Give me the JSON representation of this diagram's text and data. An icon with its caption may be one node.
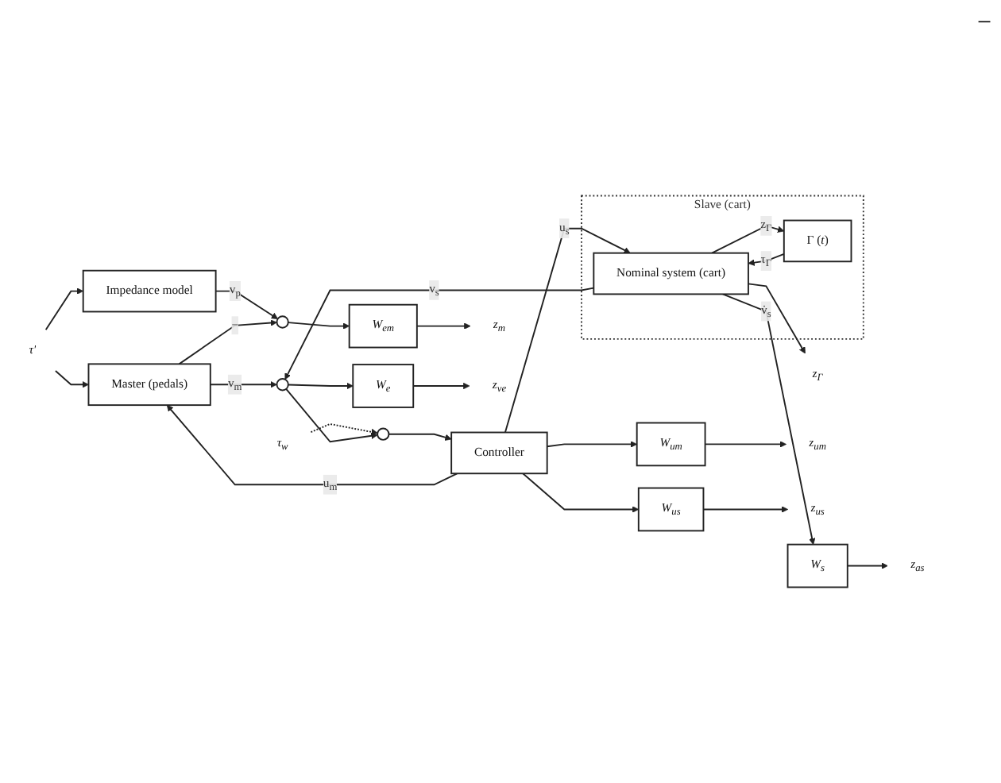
{
  "diagram": {
    "nodes": [
      {
        "text": [
          "τ′"
        ]
      },
      {
        "text": [
          "τ$_{w}$"
        ]
      },
      {
        "text": [
          "Impedance model"
        ]
      },
      {
        "text": [
          "Master (pedals)"
        ]
      },
      {
        "text": [
          "Slave (cart)"
        ]
      },
      {
        "text": [
          "Γ (*t*)"
        ],
        "in": 4
      },
      {
        "text": [
          "Nominal system (cart)"
        ],
        "in": 4
      },
      {
        "text": [
          "Controller"
        ]
      },
      {
        "text": [],
        "shape": "circle"
      },
      {
        "text": [],
        "shape": "circle"
      },
      {
        "text": [],
        "shape": "circle"
      },
      {
        "text": [
          "W$_{em}$"
        ]
      },
      {
        "text": [
          "W$_{e}$"
        ]
      },
      {
        "text": [
          "W$_{s}$"
        ]
      },
      {
        "text": [
          "W$_{um}$"
        ]
      },
      {
        "text": [
          "W$_{us}$"
        ]
      },
      {
        "text": [
          "z$_{m}$"
        ]
      },
      {
        "text": [
          "z$_{ve}$"
        ]
      },
      {
        "text": [
          "z$_{Γ}$"
        ]
      },
      {
        "text": [
          "z$_{as}$"
        ]
      },
      {
        "text": [
          "z$_{um}$"
        ]
      },
      {
        "text": [
          "z$_{us}$"
        ]
      }
    ],
    "edges": [
      {
        "from": 0,
        "to": 2,
        "arrow": "to"
      },
      {
        "from": 0,
        "to": 3,
        "arrow": "to"
      },
      {
        "from": 1,
        "to": 10,
        "arrow": "to",
        "style": "dashed"
      },
      {
        "from": 2,
        "to": 8,
        "arrow": "to",
        "label": "v$_{p}$"
      },
      {
        "from": 3,
        "to": 8,
        "arrow": "to",
        "label": "−"
      },
      {
        "from": 3,
        "to": 9,
        "arrow": "to",
        "label": "v$_{m}$"
      },
      {
        "from": 8,
        "to": 11,
        "arrow": "to"
      },
      {
        "from": 11,
        "to": 16,
        "arrow": "to"
      },
      {
        "from": 9,
        "to": 12,
        "arrow": "to"
      },
      {
        "from": 12,
        "to": 17,
        "arrow": "to"
      },
      {
        "from": 9,
        "to": 10,
        "arrow": "to"
      },
      {
        "from": 5,
        "to": 6,
        "arrow": "to",
        "label": "τ$_{Γ}$"
      },
      {
        "from": 6,
        "to": 5,
        "arrow": "to",
        "label": "z$_{Γ}$"
      },
      {
        "from": 6,
        "to": 18,
        "arrow": "to"
      },
      {
        "from": 6,
        "to": 9,
        "arrow": "to",
        "label": "v$_{s}$"
      },
      {
        "from": 6,
        "to": 13,
        "arrow": "to",
        "label": "v̇$_{s}$"
      },
      {
        "from": 13,
        "to": 19,
        "arrow": "to"
      },
      {
        "from": 10,
        "to": 7,
        "arrow": "to"
      },
      {
        "from": 7,
        "to": 3,
        "arrow": "to",
        "label": "u$_{m}$"
      },
      {
        "from": 7,
        "to": 14,
        "arrow": "to"
      },
      {
        "from": 14,
        "to": 20,
        "arrow": "to"
      },
      {
        "from": 7,
        "to": 6,
        "arrow": "to",
        "label": "u$_{s}$"
      },
      {
        "from": 7,
        "to": 15,
        "arrow": "to"
      },
      {
        "from": 15,
        "to": 21,
        "arrow": "to"
      }
    ],
    "labels": [
      "−"
    ]
  }
}
